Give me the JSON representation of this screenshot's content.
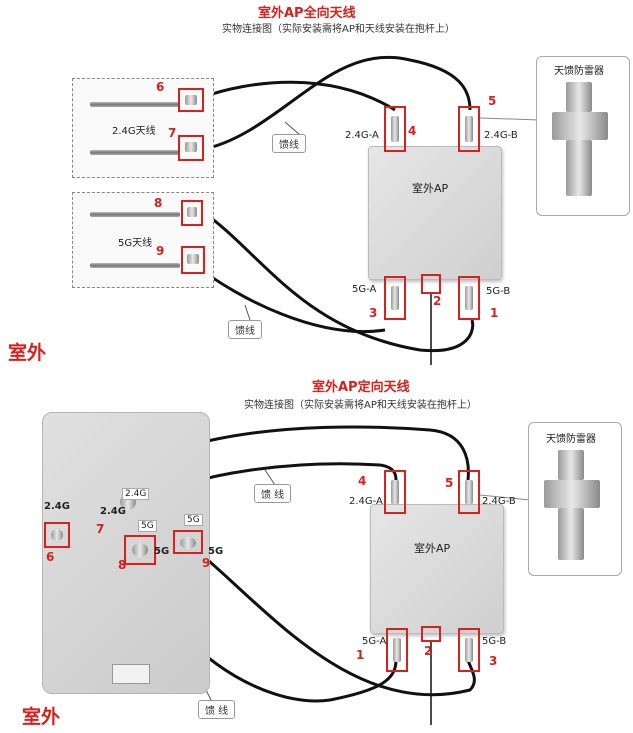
{
  "top": {
    "title": "室外AP全向天线",
    "subtitle": "实物连接图（实际安装需将AP和天线安装在抱杆上）",
    "antenna_24g_label": "2.4G天线",
    "antenna_5g_label": "5G天线",
    "ap_label": "室外AP",
    "arrestor_label": "天馈防雷器",
    "feeder_label_1": "馈线",
    "feeder_label_2": "馈线",
    "port_24g_a": "2.4G-A",
    "port_24g_b": "2.4G-B",
    "port_5g_a": "5G-A",
    "port_5g_b": "5G-B",
    "numbers": [
      "1",
      "2",
      "3",
      "4",
      "5",
      "6",
      "7",
      "8",
      "9"
    ],
    "outdoor": "室外"
  },
  "bottom": {
    "title": "室外AP定向天线",
    "subtitle": "实物连接图（实际安装需将AP和天线安装在抱杆上）",
    "ap_label": "室外AP",
    "arrestor_label": "天馈防雷器",
    "feeder_label_1": "馈 线",
    "feeder_label_2": "馈 线",
    "port_24g_a": "2.4G-A",
    "port_24g_b": "2.4G-B",
    "port_5g_a": "5G-A",
    "port_5g_b": "5G-B",
    "panel_label_24g_left": "2.4G",
    "panel_label_24g": "2.4G",
    "panel_label_5g": "5G",
    "panel_label_5g_right": "5G",
    "panel_tag_24g": "2.4G",
    "panel_tag_5g_1": "5G",
    "panel_tag_5g_2": "5G",
    "numbers": [
      "1",
      "2",
      "3",
      "4",
      "5",
      "6",
      "7",
      "8",
      "9"
    ],
    "outdoor": "室外"
  },
  "colors": {
    "accent_red": "#d8201c",
    "cable": "#111111"
  }
}
